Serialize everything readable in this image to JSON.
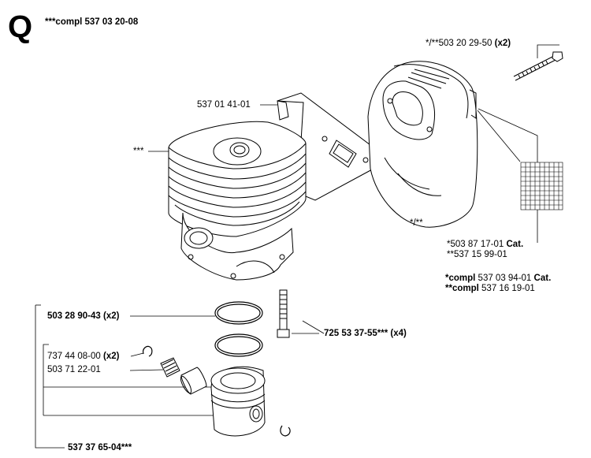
{
  "header": {
    "section_letter": "Q",
    "assembly": "***compl 537 03 20-08"
  },
  "callouts": {
    "screw_long": {
      "num": "*/**503 20 29-50",
      "qty": "(x2)"
    },
    "gasket_plate": {
      "num": "537 01 41-01"
    },
    "cylinder": {
      "num": "***"
    },
    "muffler_mark": {
      "num": "*/**"
    },
    "muffler_cat_a": {
      "num": "*503 87 17-01",
      "qty": "Cat."
    },
    "muffler_cat_b": {
      "num": "**537 15 99-01"
    },
    "note_a": {
      "prefix": "*compl",
      "num": "537 03 94-01",
      "qty": "Cat."
    },
    "note_b": {
      "prefix": "**compl",
      "num": "537 16 19-01"
    },
    "rings": {
      "num": "503 28 90-43",
      "qty": "(x2)"
    },
    "bolt": {
      "num": "725 53 37-55***",
      "qty": "(x4)"
    },
    "circlip": {
      "num": "737 44 08-00",
      "qty": "(x2)"
    },
    "needle_bearing": {
      "num": "503 71 22-01"
    },
    "piston": {
      "num": "537 37 65-04***"
    }
  }
}
